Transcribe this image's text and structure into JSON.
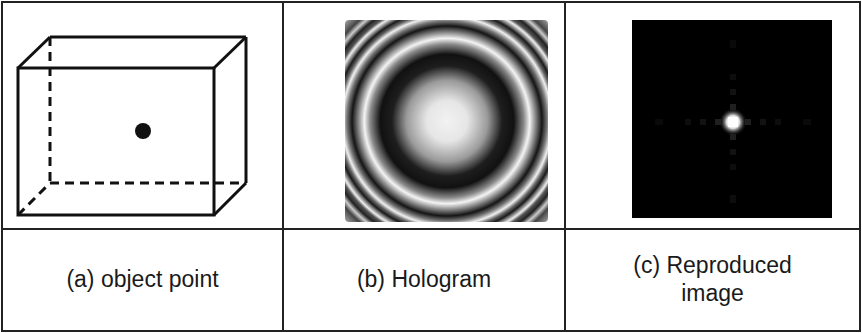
{
  "diagram": {
    "labels": [
      "(a) object point",
      "(b) Hologram",
      "(c) Reproduced image"
    ]
  }
}
